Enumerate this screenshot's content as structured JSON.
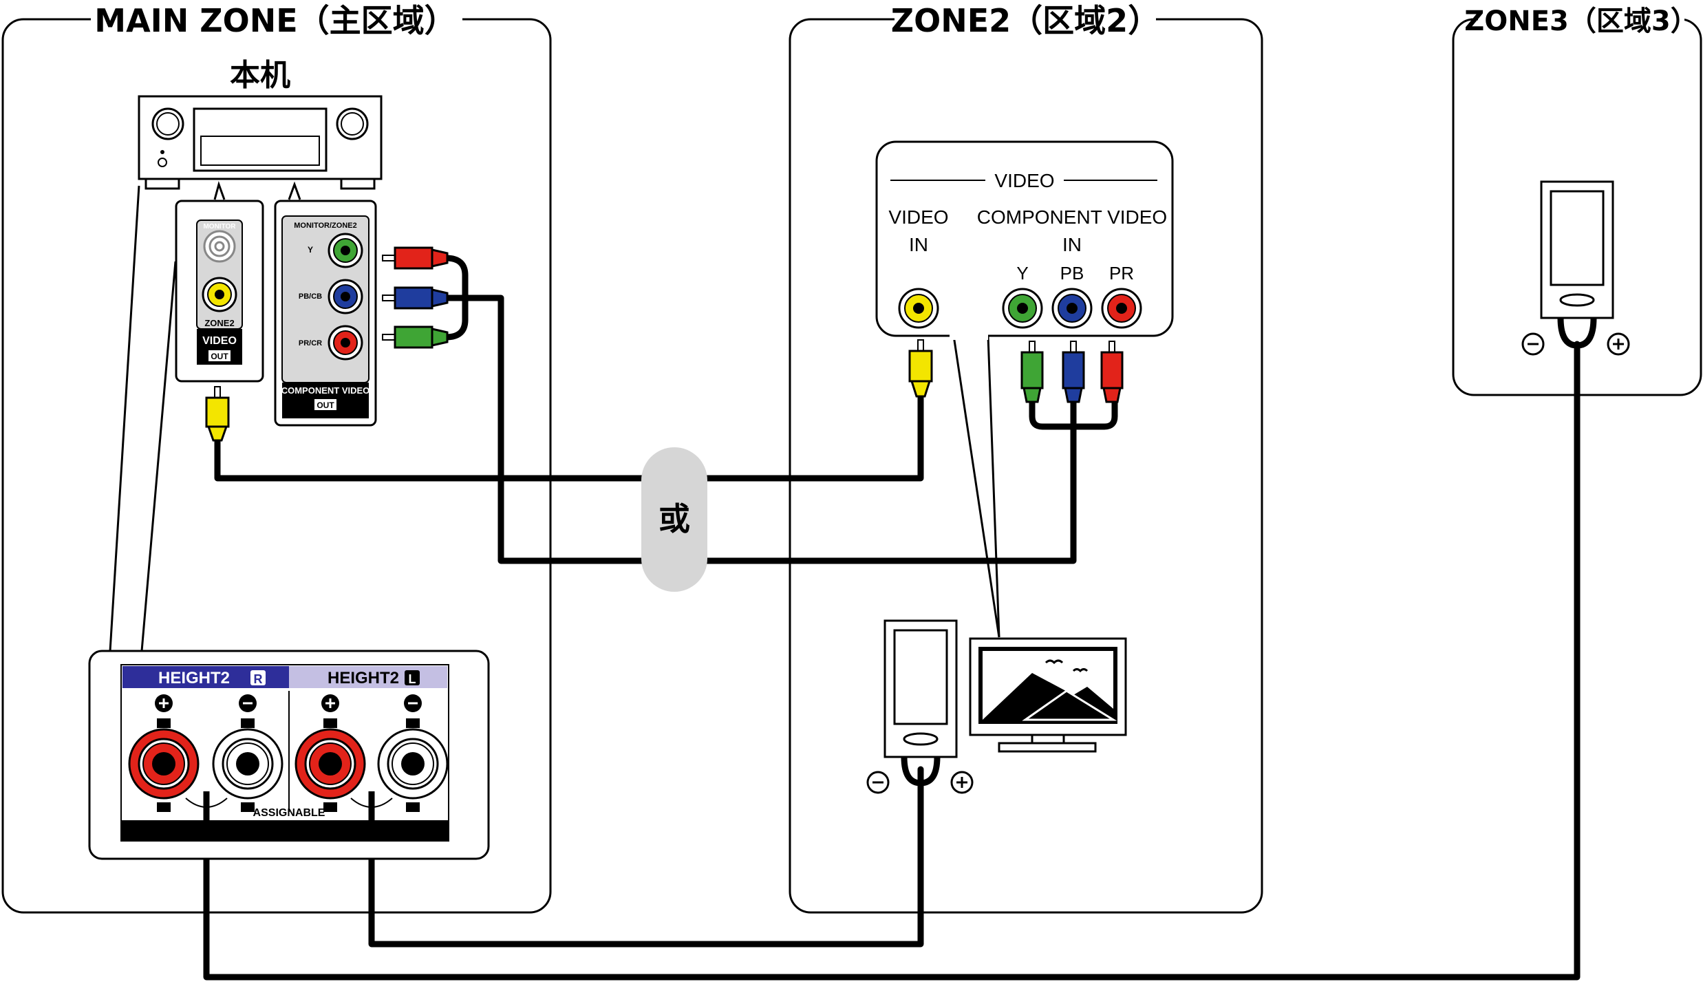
{
  "zones": {
    "main": {
      "title": "MAIN ZONE（主区域）",
      "unit_label": "本机"
    },
    "zone2": {
      "title": "ZONE2（区域2）"
    },
    "zone3": {
      "title": "ZONE3（区域3）"
    }
  },
  "receiver_panel": {
    "zone2_video_out": {
      "top_label": "MONITOR",
      "zone_label": "ZONE2",
      "video_label": "VIDEO",
      "out_label": "OUT"
    },
    "component_video_out": {
      "top_label": "MONITOR/ZONE2",
      "y_label": "Y",
      "pb_label": "PB/CB",
      "pr_label": "PR/CR",
      "bottom_label": "COMPONENT VIDEO",
      "out_label": "OUT"
    }
  },
  "tv_input_panel": {
    "header": "VIDEO",
    "video_in": {
      "line1": "VIDEO",
      "line2": "IN"
    },
    "component_in": {
      "line1": "COMPONENT VIDEO",
      "line2": "IN",
      "y": "Y",
      "pb": "PB",
      "pr": "PR"
    }
  },
  "speaker_terminals": {
    "height2_r": "HEIGHT2",
    "height2_r_badge": "R",
    "height2_l": "HEIGHT2",
    "height2_l_badge": "L",
    "assignable": "ASSIGNABLE"
  },
  "or_label": "或",
  "colors": {
    "height2_r_bar": "#2e2e9a",
    "height2_l_bar": "#c4bfe3",
    "video_yellow": "#f3e500",
    "comp_green": "#3fa535",
    "comp_blue": "#1f3d9e",
    "comp_red": "#e2231a"
  },
  "icons": [
    "receiver-icon",
    "speaker-icon",
    "tv-icon",
    "rca-plug-icon"
  ]
}
